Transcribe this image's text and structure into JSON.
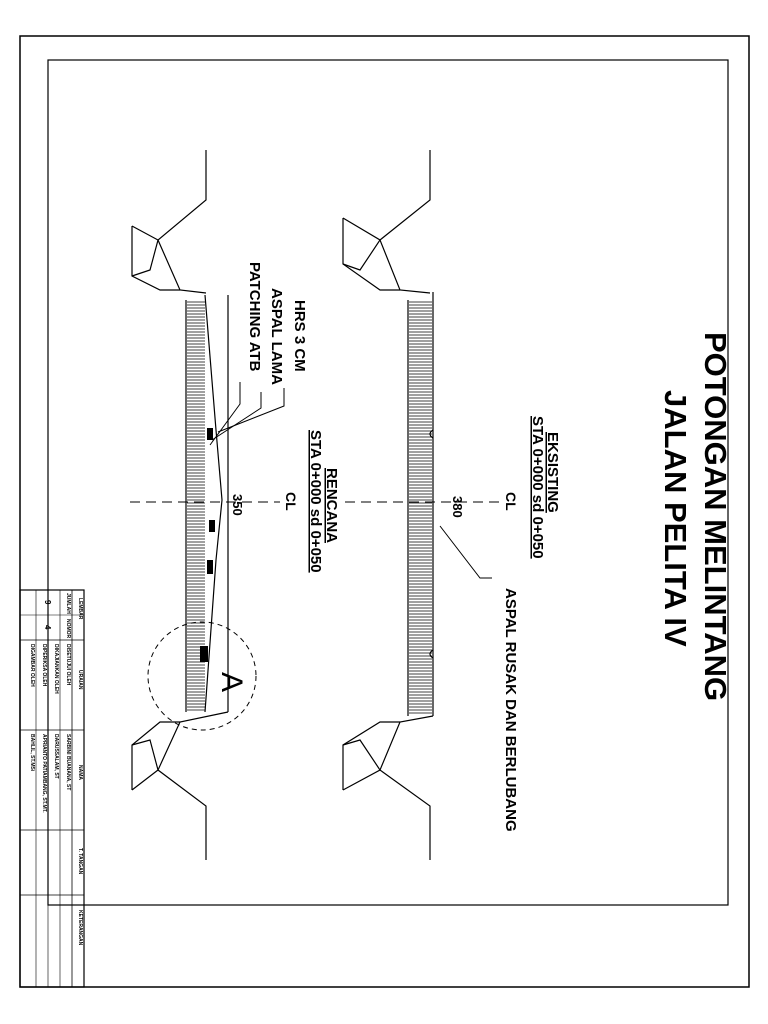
{
  "title": {
    "line1": "POTONGAN MELINTANG",
    "line2": "JALAN PELITA IV"
  },
  "existing": {
    "heading": "EKSISTING",
    "station": "STA 0+000 sd 0+050",
    "dimension": "380",
    "centerline": "CL",
    "callout": "ASPAL RUSAK DAN BERLUBANG"
  },
  "planned": {
    "heading": "RENCANA",
    "station": "STA 0+000 sd 0+050",
    "dimension": "350",
    "centerline": "CL",
    "layers": [
      "HRS 3 CM",
      "ASPAL LAMA",
      "PATCHING ATB"
    ],
    "detail_marker": "A"
  },
  "title_block": {
    "headers": [
      "LEMBAR",
      "URAIAN",
      "NAMA",
      "T. TANGAN",
      "KETERANGAN"
    ],
    "sheet_labels": [
      "JUMLAH",
      "NOMOR"
    ],
    "sheet_values": [
      "9",
      "4"
    ],
    "roles": [
      "DISETUJUI OLEH",
      "DIKAJIANKAN OLEH",
      "DIPERIKSA OLEH",
      "DIGAMBAR OLEH"
    ],
    "names": [
      "SARBINI BUANANA, ST",
      "DARUSSALAM, ST",
      "APRIANTO PATIAMBANG, ST.MT.",
      "BAHLIL, ST.MSi"
    ]
  }
}
